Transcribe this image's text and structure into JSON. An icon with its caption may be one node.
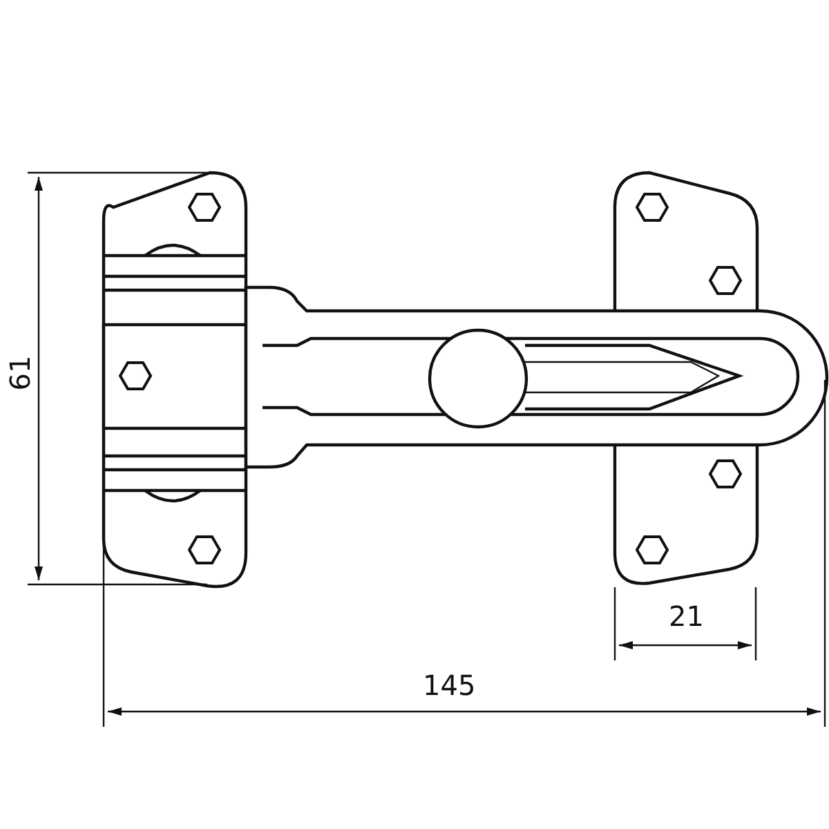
{
  "diagram": {
    "labels": [
      "61",
      "21",
      "145"
    ]
  }
}
